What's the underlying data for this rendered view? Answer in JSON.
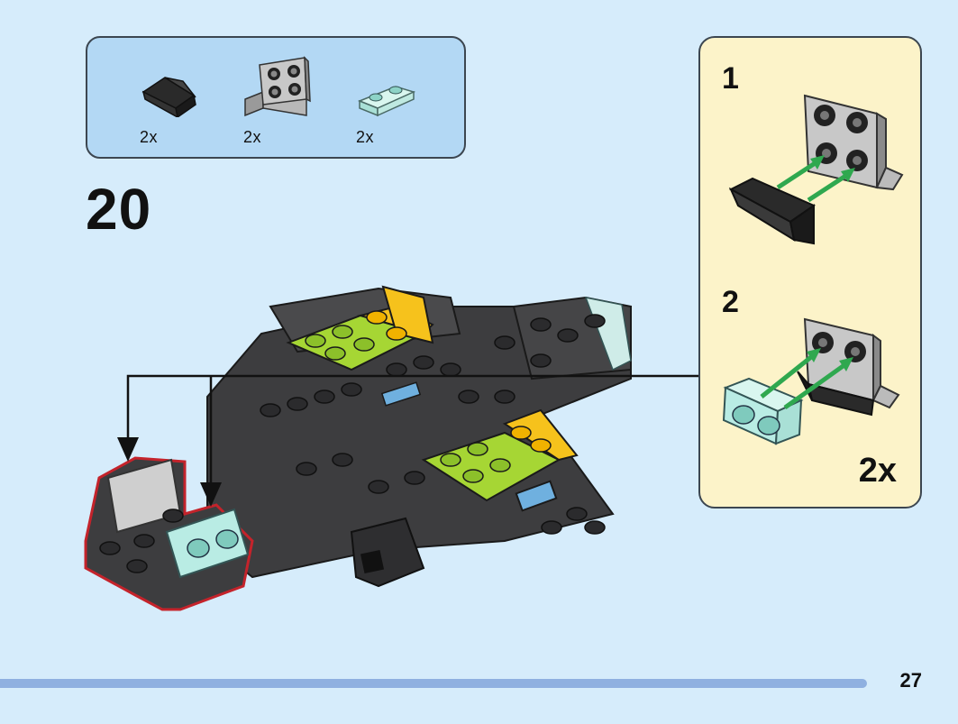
{
  "parts_list": [
    {
      "name": "black-slope-brick",
      "quantity": "2x"
    },
    {
      "name": "gray-angle-plate",
      "quantity": "2x"
    },
    {
      "name": "transparent-light-blue-plate",
      "quantity": "2x"
    }
  ],
  "step": {
    "number": "20"
  },
  "sub_assembly": {
    "steps": [
      {
        "number": "1"
      },
      {
        "number": "2"
      }
    ],
    "multiplier": "2x"
  },
  "page": {
    "number": "27"
  },
  "colors": {
    "background": "#d6ecfb",
    "parts_box": "#b3d8f4",
    "sub_box": "#fcf3c9",
    "lime": "#a6d634",
    "yellow": "#f6c21c",
    "dark_gray": "#3d3d3f",
    "trans_light_blue": "#b9ece4",
    "callout_red": "#c4232b",
    "arrow_green": "#2fa84f",
    "progress": "#8fb0e0"
  }
}
